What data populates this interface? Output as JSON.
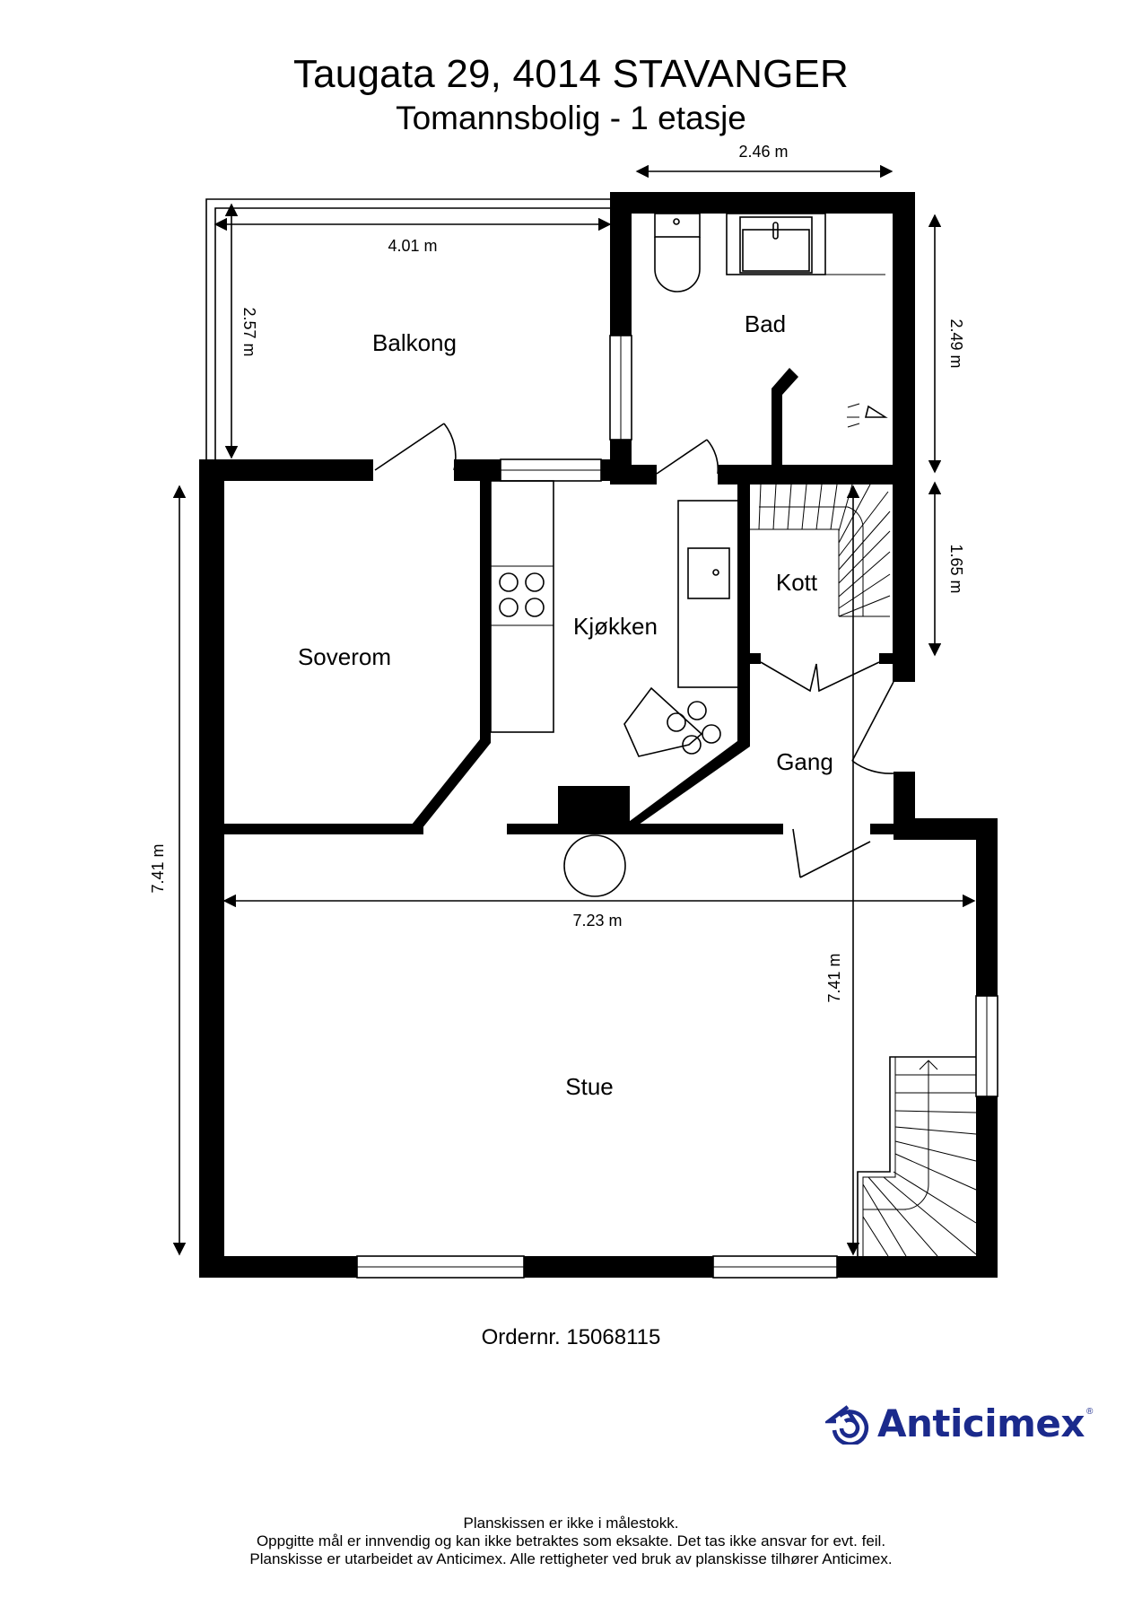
{
  "header": {
    "title": "Taugata 29, 4014 STAVANGER",
    "subtitle": "Tomannsbolig  - 1 etasje"
  },
  "rooms": {
    "balkong": "Balkong",
    "bad": "Bad",
    "kott": "Kott",
    "kjokken": "Kjøkken",
    "soverom": "Soverom",
    "gang": "Gang",
    "stue": "Stue"
  },
  "dimensions": {
    "bad_width": "2.46 m",
    "bad_height": "2.49 m",
    "balkong_width": "4.01 m",
    "balkong_height": "2.57 m",
    "kott_height": "1.65 m",
    "left_height": "7.41 m",
    "stue_width": "7.23 m",
    "stue_height": "7.41 m"
  },
  "order": {
    "label": "Ordernr. 15068115"
  },
  "logo": {
    "name": "Anticimex",
    "registered": "®",
    "color": "#1b2a8c"
  },
  "footer": {
    "lines": [
      "Planskissen er ikke i målestokk.",
      "Oppgitte mål er innvendig og kan ikke betraktes som eksakte. Det tas ikke ansvar for evt. feil.",
      "Planskisse er utarbeidet av Anticimex. Alle rettigheter ved bruk av planskisse tilhører Anticimex."
    ]
  },
  "colors": {
    "wall": "#000000",
    "background": "#ffffff",
    "brand": "#1b2a8c"
  }
}
